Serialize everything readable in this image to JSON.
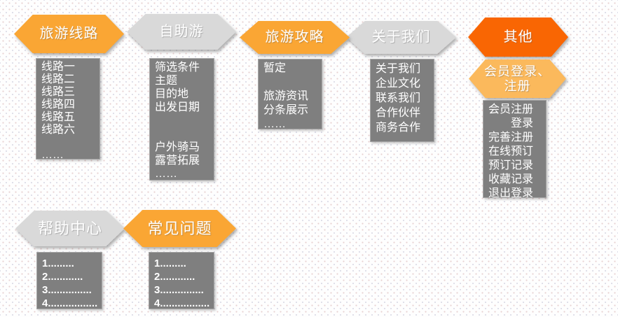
{
  "palette": {
    "orange": "#FAA634",
    "dark-orange": "#F96603",
    "pale-orange": "#FBB95C",
    "gray": "#D9D9D9",
    "box_gray": "#7F7F7F",
    "text_white": "#FFFFFF"
  },
  "nodes": [
    {
      "id": "travel-routes",
      "label": "旅游线路",
      "variant": "orange",
      "items": [
        "线路一",
        "线路二",
        "线路三",
        "线路四",
        "线路五",
        "线路六",
        "",
        "……"
      ]
    },
    {
      "id": "self-guided-tour",
      "label": "自助游",
      "variant": "gray",
      "items": [
        "筛选条件",
        "主题",
        "目的地",
        "出发日期",
        "",
        "",
        "户外骑马",
        "露营拓展",
        "……"
      ]
    },
    {
      "id": "travel-guide",
      "label": "旅游攻略",
      "variant": "orange",
      "items": [
        "暂定",
        "",
        "旅游资讯",
        "分条展示",
        "……"
      ]
    },
    {
      "id": "about-us",
      "label": "关于我们",
      "variant": "gray",
      "items": [
        "关于我们",
        "企业文化",
        "联系我们",
        "合作伙伴",
        "商务合作"
      ]
    },
    {
      "id": "other",
      "label": "其他",
      "variant": "dark-orange",
      "items": []
    },
    {
      "id": "member-login-register",
      "label": "会员登录、\n注册",
      "variant": "pale-orange",
      "items": [
        "会员注册",
        "　　登录",
        "完善注册",
        "在线预订",
        "预订记录",
        "收藏记录",
        "退出登录"
      ]
    },
    {
      "id": "help-center",
      "label": "帮助中心",
      "variant": "gray",
      "items": [
        "1.........",
        "2............",
        "3...............",
        "4................."
      ]
    },
    {
      "id": "faq",
      "label": "常见问题",
      "variant": "orange",
      "items": [
        "1.........",
        "2............",
        "3...............",
        "4................."
      ]
    }
  ]
}
